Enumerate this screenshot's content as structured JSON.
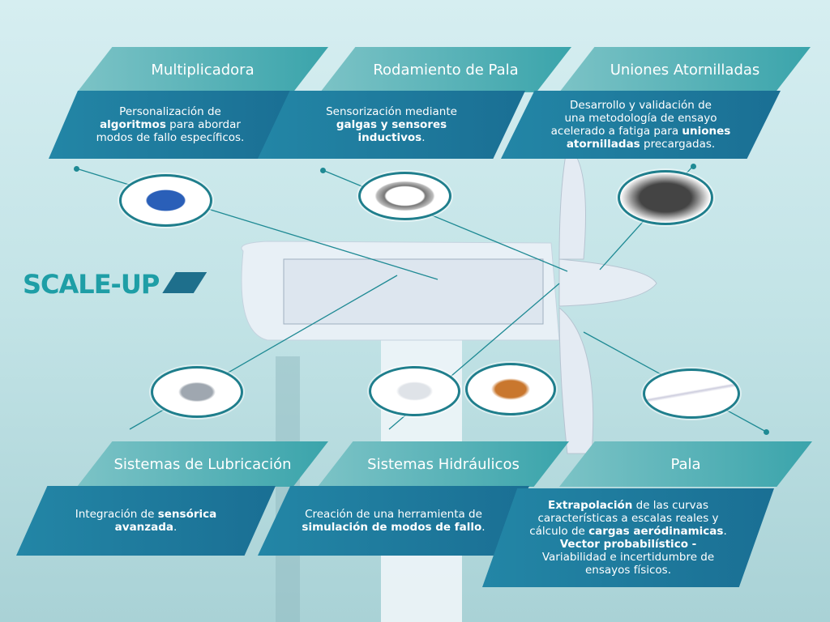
{
  "logo": "SCALE-UP",
  "cards": [
    {
      "title": "Multiplicadora",
      "lines": [
        [
          "Personalización de",
          ""
        ],
        [
          "",
          "algoritmos",
          " para abordar"
        ],
        [
          "modos de fallo específicos.",
          ""
        ]
      ]
    },
    {
      "title": "Rodamiento de Pala",
      "lines": [
        [
          "Sensorización mediante",
          ""
        ],
        [
          "",
          "galgas y sensores",
          ""
        ],
        [
          "",
          "inductivos",
          "."
        ]
      ]
    },
    {
      "title": "Uniones Atornilladas",
      "lines": [
        [
          "Desarrollo y validación de",
          ""
        ],
        [
          "una metodología de ensayo",
          ""
        ],
        [
          "acelerado a fatiga para ",
          "uniones",
          ""
        ],
        [
          "",
          "atornilladas",
          " precargadas."
        ]
      ]
    },
    {
      "title": "Sistemas de Lubricación",
      "lines": [
        [
          "Integración de ",
          "sensórica",
          ""
        ],
        [
          "",
          "avanzada",
          "."
        ]
      ]
    },
    {
      "title": "Sistemas Hidráulicos",
      "lines": [
        [
          "Creación de una herramienta de",
          ""
        ],
        [
          "",
          "simulación de modos de fallo",
          "."
        ]
      ]
    },
    {
      "title": "Pala",
      "lines": [
        [
          "",
          "Extrapolación",
          " de las curvas"
        ],
        [
          "características a escalas reales y",
          ""
        ],
        [
          "cálculo de ",
          "cargas aeródinamicas",
          "."
        ],
        [
          "",
          "Vector probabilístico -",
          ""
        ],
        [
          "Variabilidad e incertidumbre de",
          ""
        ],
        [
          "ensayos físicos.",
          ""
        ]
      ]
    }
  ]
}
